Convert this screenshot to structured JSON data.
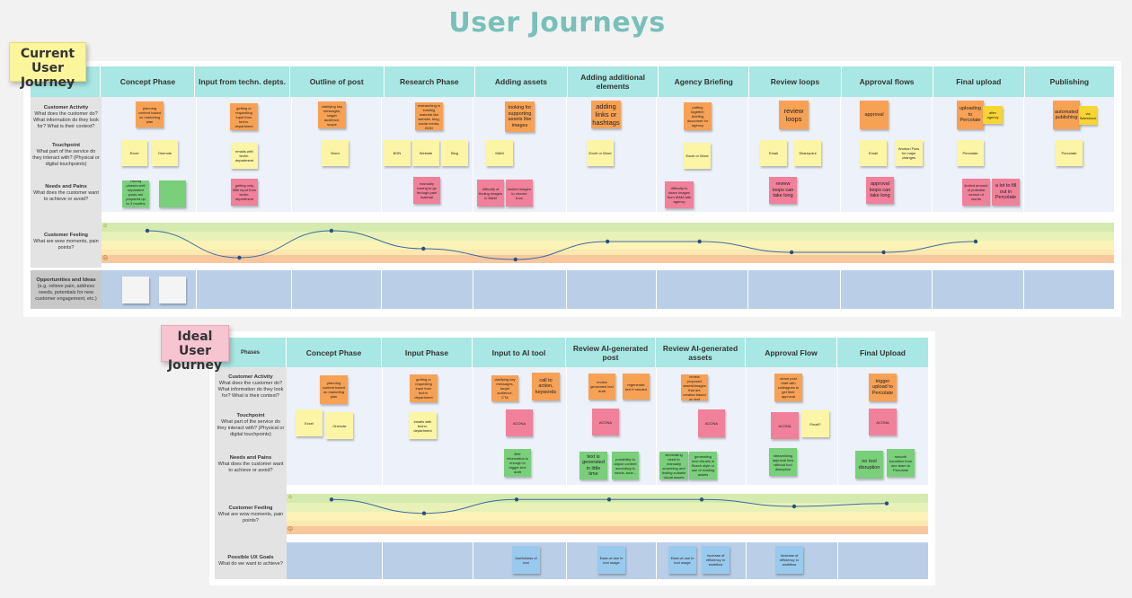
{
  "title": "User Journeys",
  "current": {
    "tag": "Current User Journey",
    "phases_label": "Phases",
    "phases": [
      "Concept Phase",
      "Input from techn. depts.",
      "Outline of post",
      "Research Phase",
      "Adding assets",
      "Adding additional elements",
      "Agency Briefing",
      "Review loops",
      "Approval flows",
      "Final upload",
      "Publishing"
    ],
    "rows": {
      "activity": {
        "title": "Customer Activity",
        "desc": "What does the customer do? What information do they look for? What is their context?"
      },
      "touchpoint": {
        "title": "Touchpoint",
        "desc": "What part of the service do they interact with? (Physical or digital touchpoints)"
      },
      "needs": {
        "title": "Needs and Pains",
        "desc": "What does the customer want to achieve or avoid?"
      },
      "feeling": {
        "title": "Customer Feeling",
        "desc": "What are wow moments, pain points?"
      },
      "opps": {
        "title": "Opportunities and Ideas",
        "desc": "(e.g. relieve pain, address needs, potentials for new customer engagement, etc.)"
      }
    },
    "stickies": {
      "a1": "planning content based on marketing plan",
      "a2": "getting or requesting input from techn. department",
      "a3": "clarifying key messages, target audience, scope",
      "a4": "researching in existing material like website, blog, social media, BGN",
      "a5": "looking for supporting assets like images",
      "a6": "adding links or hashtags",
      "a7": "putting together briefing document for agency",
      "a8": "review loops",
      "a9": "approval",
      "a10": "uploading to Percolate",
      "a10b": "after agency",
      "a11": "automated publishing",
      "a11b": "via Salesforce",
      "t1": "Excel",
      "t2": "Onenote",
      "t3": "emails with techn. department",
      "t4": "Word",
      "t5": "BGN",
      "t6": "Website",
      "t7": "Blog",
      "t8": "MAM",
      "t9": "Excel or Word",
      "t10": "Excel or Word",
      "t11": "Email",
      "t12": "Sharepoint",
      "t13": "Email",
      "t14": "Workon Flow for major changes",
      "t15": "Percolate",
      "t16": "Percolate",
      "n1": "Having phases well separated posts are prepared up to 3 months first",
      "n2": "getting only little input from techn. department",
      "n3": "manually having to go through past material",
      "n4": "difficulty of finding images in MAM",
      "n5": "limited images to choose from",
      "n6": "difficulty to share images from MAM with agency",
      "n7": "review loops can take long",
      "n8": "approval loops can take long",
      "n9": "limited amount of potential search of words",
      "n10": "a lot to fill out in Percolate"
    },
    "feeling": {
      "high": "☺",
      "low": "☹",
      "values": [
        0.85,
        0.1,
        0.85,
        0.35,
        0.05,
        0.55,
        0.55,
        0.25,
        0.25,
        0.55
      ]
    }
  },
  "ideal": {
    "tag": "Ideal User Journey",
    "phases_label": "Phases",
    "phases": [
      "Concept Phase",
      "Input Phase",
      "Input to AI tool",
      "Review AI-generated post",
      "Review AI-generated assets",
      "Approval Flow",
      "Final Upload"
    ],
    "rows": {
      "activity": {
        "title": "Customer Activity",
        "desc": "What does the customer do? What information do they look for? What is their context?"
      },
      "touchpoint": {
        "title": "Touchpoint",
        "desc": "What part of the service do they interact with? (Physical or digital touchpoints)"
      },
      "needs": {
        "title": "Needs and Pains",
        "desc": "What does the customer want to achieve or avoid?"
      },
      "feeling": {
        "title": "Customer Feeling",
        "desc": "What are wow moments, pain points?"
      },
      "goals": {
        "title": "Possible UX Goals",
        "desc": "What do we want to achieve?"
      }
    },
    "stickies": {
      "a1": "planning content based on marketing plan",
      "a2": "getting or requesting input from techn. department",
      "a3": "clarifying key messages, target audience, CTA",
      "a4": "call to action, keywords",
      "a5": "review generated text draft",
      "a6": "regenerate text if needed",
      "a7": "review proposed assets/images that are created based on text",
      "a8": "share post draft with colleagues to get their approval",
      "a9": "trigger upload to Percolate",
      "t1": "Excel",
      "t2": "Onenote",
      "t3": "emails with techn. department",
      "t4": "ACONA",
      "t5": "ACONA",
      "t6": "ACONA",
      "t7": "ACONA",
      "t8": "Email?",
      "t9": "ACONA",
      "n1": "little information is enough to trigger text draft",
      "n2": "text is generated in little time",
      "n3": "possibility to adjust content according to needs, tone...",
      "n4": "decreasing need to manually searching and finding suitable visual assets",
      "n5": "generating new visuals in Bosch style or use of existing assets",
      "n6": "streamlining approval flow without tool disruption",
      "n7": "no tool disruption",
      "n8": "smooth transition from one team to Percolate",
      "g1": "Usefulness of tool",
      "g2": "Ease-of-use in tool usage",
      "g3": "Ease-of-use in tool usage",
      "g4": "Increase of efficiency in workflow",
      "g5": "Increase of efficiency in workflow"
    },
    "feeling": {
      "high": "☺",
      "low": "☹",
      "values": [
        0.85,
        0.15,
        0.85,
        0.85,
        0.85,
        0.5,
        0.65
      ]
    }
  }
}
